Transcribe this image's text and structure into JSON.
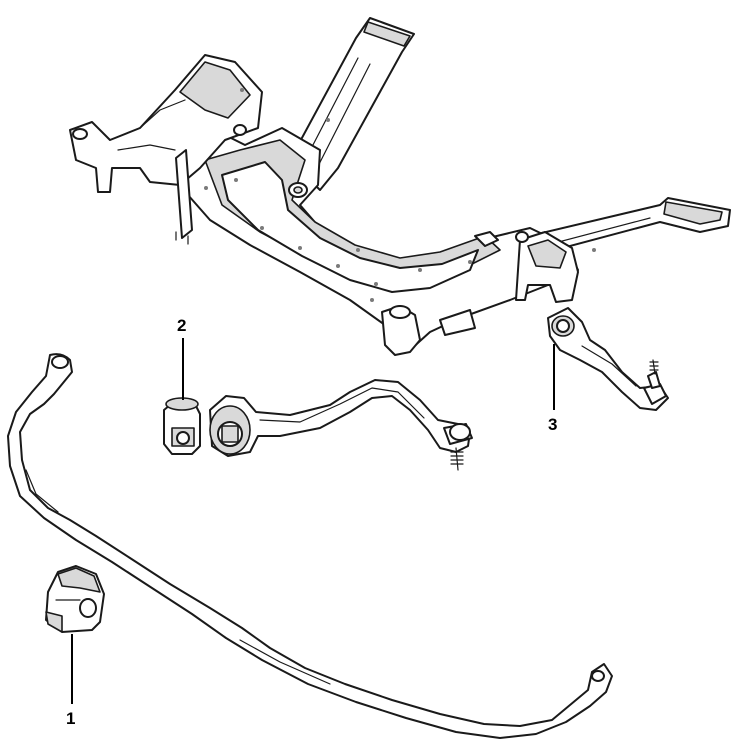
{
  "callouts": [
    {
      "id": "1",
      "label": "1"
    },
    {
      "id": "2",
      "label": "2"
    },
    {
      "id": "3",
      "label": "3"
    }
  ],
  "parts": [
    {
      "callout": "1",
      "icon": "stabilizer-bushing-icon"
    },
    {
      "callout": "2",
      "icon": "control-arm-bushing-icon"
    },
    {
      "callout": "3",
      "icon": "tension-strut-icon"
    },
    {
      "callout": "",
      "icon": "front-axle-carrier-icon"
    },
    {
      "callout": "",
      "icon": "stabilizer-bar-icon"
    },
    {
      "callout": "",
      "icon": "wishbone-icon"
    }
  ],
  "colors": {
    "line": "#1a1a1a",
    "shade": "#d9d9d9",
    "background": "#ffffff"
  }
}
